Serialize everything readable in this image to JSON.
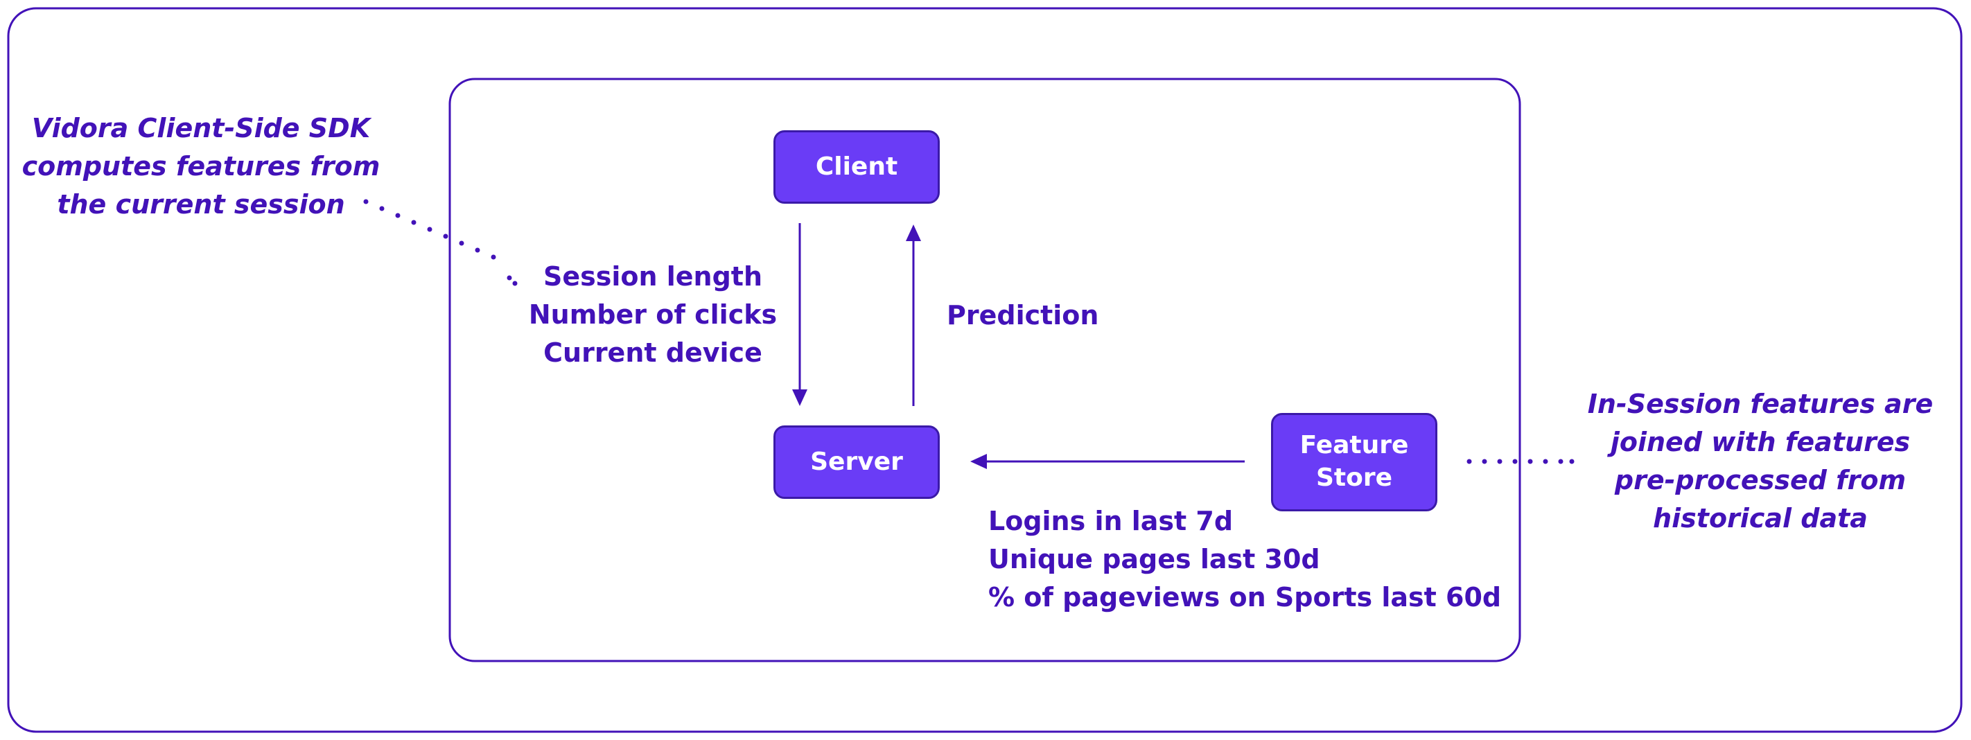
{
  "colors": {
    "primary": "#4212b8",
    "box_fill": "#6a3cf6",
    "box_border": "#3b1aa8",
    "box_text": "#ffffff"
  },
  "nodes": {
    "client": "Client",
    "server": "Server",
    "feature_store": "Feature\nStore"
  },
  "edges": {
    "client_to_server": [
      "Session length",
      "Number of clicks",
      "Current device"
    ],
    "server_to_client": "Prediction",
    "feature_store_to_server": [
      "Logins in last 7d",
      "Unique pages last 30d",
      "% of pageviews on Sports last 60d"
    ]
  },
  "annotations": {
    "left": [
      "Vidora Client-Side SDK",
      "computes features from",
      "the current session"
    ],
    "right": [
      "In-Session features are",
      "joined with features",
      "pre-processed from",
      "historical data"
    ]
  }
}
